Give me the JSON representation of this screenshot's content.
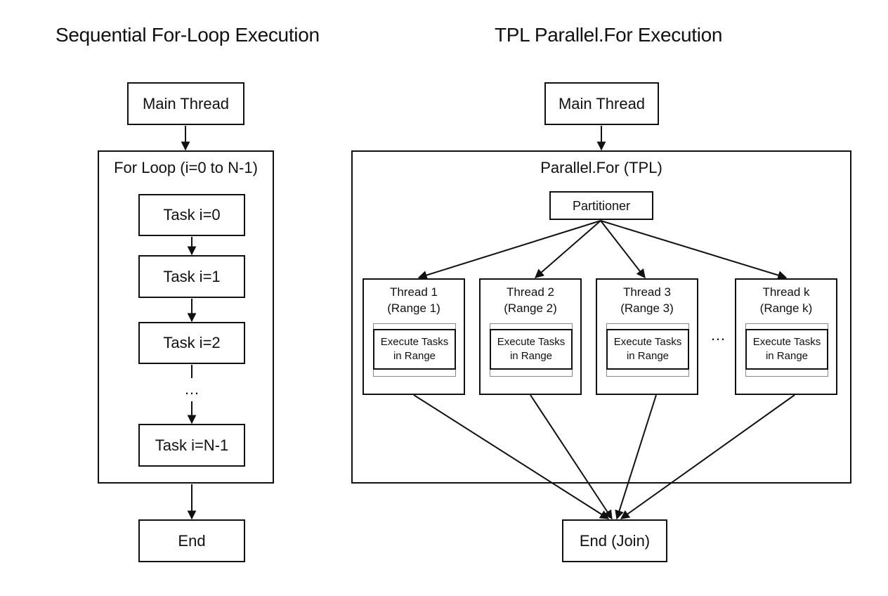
{
  "left": {
    "title": "Sequential For-Loop Execution",
    "main_thread": "Main Thread",
    "loop_label": "For Loop (i=0 to N-1)",
    "tasks": [
      "Task i=0",
      "Task i=1",
      "Task i=2"
    ],
    "ellipsis": "…",
    "last_task": "Task i=N-1",
    "end": "End"
  },
  "right": {
    "title": "TPL Parallel.For Execution",
    "main_thread": "Main Thread",
    "parallel_label": "Parallel.For (TPL)",
    "partitioner": "Partitioner",
    "threads": [
      {
        "name": "Thread 1",
        "range": "(Range 1)",
        "task_line1": "Execute Tasks",
        "task_line2": "in Range"
      },
      {
        "name": "Thread 2",
        "range": "(Range 2)",
        "task_line1": "Execute Tasks",
        "task_line2": "in Range"
      },
      {
        "name": "Thread 3",
        "range": "(Range 3)",
        "task_line1": "Execute Tasks",
        "task_line2": "in Range"
      },
      {
        "name": "Thread k",
        "range": "(Range k)",
        "task_line1": "Execute Tasks",
        "task_line2": "in Range"
      }
    ],
    "ellipsis": "…",
    "end": "End (Join)"
  }
}
